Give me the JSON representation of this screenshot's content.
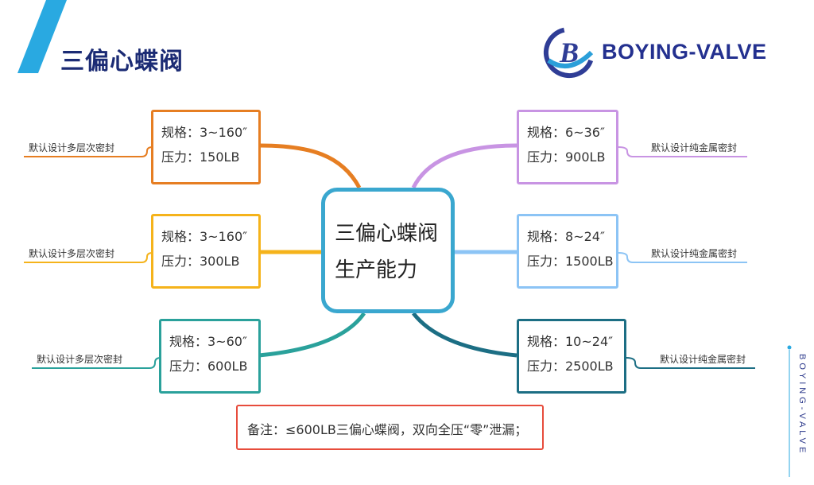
{
  "header": {
    "title": "三偏心蝶阀",
    "logo_text": "BOYING-VALVE",
    "logo_letter": "B"
  },
  "center_node": {
    "line1": "三偏心蝶阀",
    "line2": "生产能力"
  },
  "branches": [
    {
      "spec": "规格：3~160″",
      "pressure": "压力：150LB",
      "note": "默认设计多层次密封",
      "color": "#e67e22"
    },
    {
      "spec": "规格：3~160″",
      "pressure": "压力：300LB",
      "note": "默认设计多层次密封",
      "color": "#f5b31b"
    },
    {
      "spec": "规格：3~60″",
      "pressure": "压力：600LB",
      "note": "默认设计多层次密封",
      "color": "#2aa19b"
    },
    {
      "spec": "规格：6~36″",
      "pressure": "压力：900LB",
      "note": "默认设计纯金属密封",
      "color": "#c894e3"
    },
    {
      "spec": "规格：8~24″",
      "pressure": "压力：1500LB",
      "note": "默认设计纯金属密封",
      "color": "#8cc4f5"
    },
    {
      "spec": "规格：10~24″",
      "pressure": "压力：2500LB",
      "note": "默认设计纯金属密封",
      "color": "#1c6e84"
    }
  ],
  "remark": "备注：≤600LB三偏心蝶阀，双向全压“零”泄漏；",
  "side_text": "BOYING-VALVE"
}
